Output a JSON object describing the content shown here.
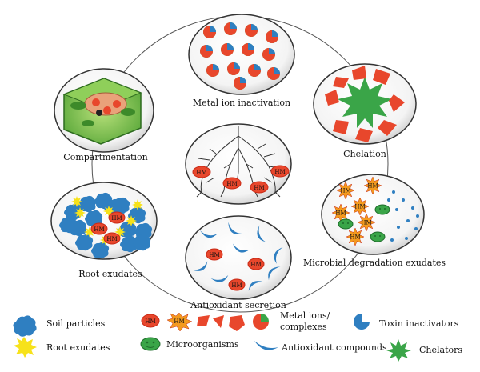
{
  "diagram": {
    "center_label": "",
    "hm_text": "HM",
    "nodes": [
      {
        "id": "metal-ion-inactivation",
        "label": "Metal ion inactivation"
      },
      {
        "id": "chelation",
        "label": "Chelation"
      },
      {
        "id": "microbial-degradation",
        "label": "Microbial degradation exudates"
      },
      {
        "id": "antioxidant-secretion",
        "label": "Antioxidant secretion"
      },
      {
        "id": "root-exudates",
        "label": "Root exudates"
      },
      {
        "id": "compartmentation",
        "label": "Compartmentation"
      }
    ]
  },
  "legend": {
    "soil_particles": "Soil particles",
    "root_exudates": "Root exudates",
    "metal_ions_line1": "Metal ions/",
    "metal_ions_line2": "complexes",
    "microorganisms": "Microorganisms",
    "toxin_inactivators": "Toxin inactivators",
    "antioxidant_compounds": "Antioxidant compounds",
    "chelators": "Chelators"
  },
  "colors": {
    "blue": "#2f7fc1",
    "red": "#e8472c",
    "green": "#3aa548",
    "yellow": "#f7e21a",
    "orange": "#f39a1e",
    "dark_red": "#c92a16"
  }
}
